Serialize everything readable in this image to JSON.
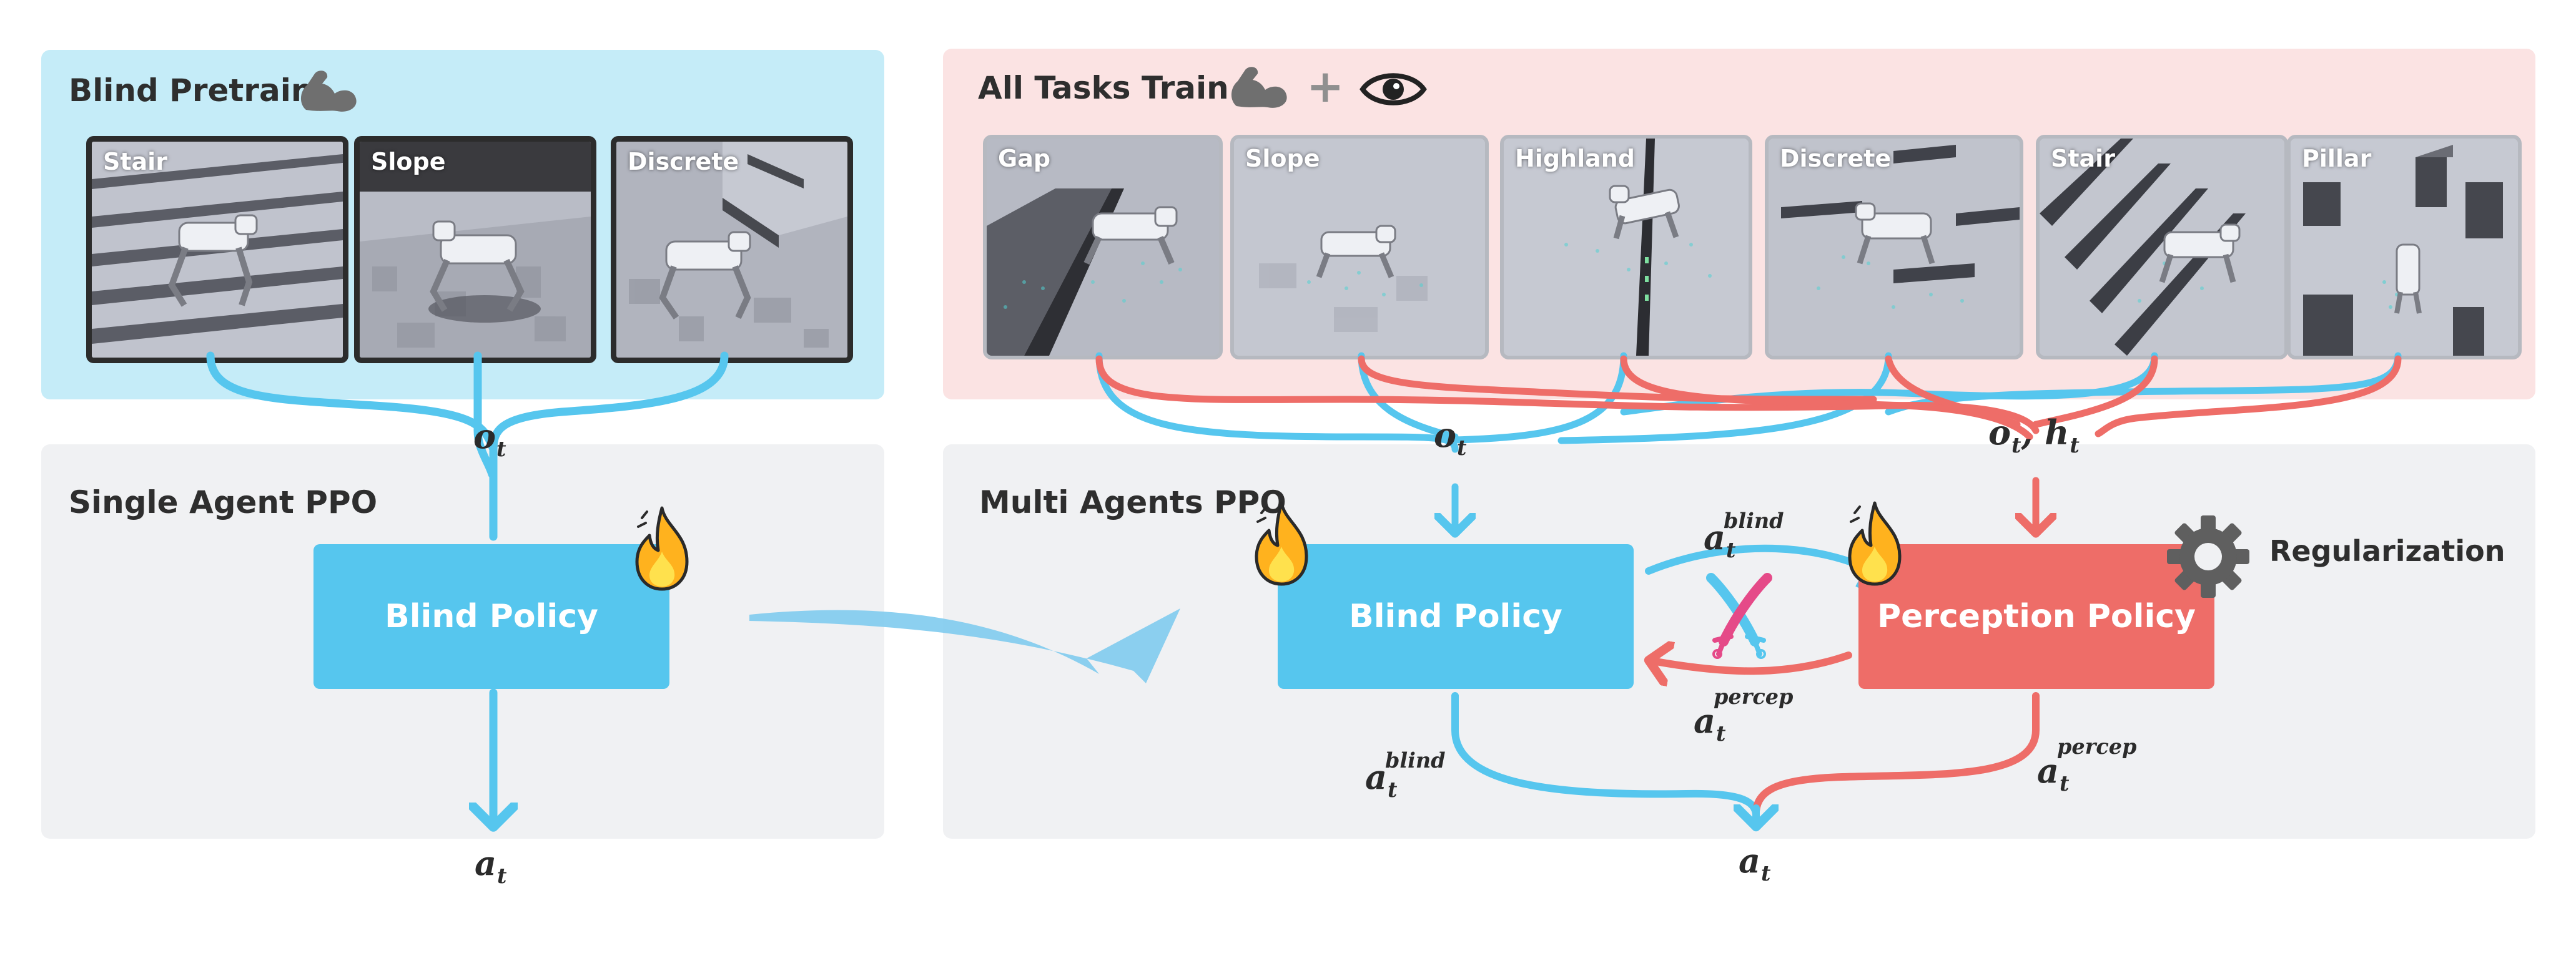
{
  "colors": {
    "blue_panel": "#c5ecf8",
    "pink_panel": "#fbe3e3",
    "gray_panel": "#f0f1f3",
    "blue": "#56c6ee",
    "red": "#ee6d68",
    "dark_frame": "#2c2c2c",
    "thumb_frame": "#b6b9c0"
  },
  "left": {
    "pretrain_title": "Blind Pretrain",
    "thumbnails": [
      {
        "label": "Stair",
        "terrain": "stair"
      },
      {
        "label": "Slope",
        "terrain": "slope"
      },
      {
        "label": "Discrete",
        "terrain": "discrete"
      }
    ],
    "agent_title": "Single Agent PPO",
    "policy_label": "Blind Policy",
    "obs": {
      "base": "o",
      "sub": "t"
    },
    "action": {
      "base": "a",
      "sub": "t"
    }
  },
  "right": {
    "train_title": "All Tasks Train",
    "plus": "+",
    "thumbnails": [
      {
        "label": "Gap",
        "terrain": "gap"
      },
      {
        "label": "Slope",
        "terrain": "slope"
      },
      {
        "label": "Highland",
        "terrain": "highland"
      },
      {
        "label": "Discrete",
        "terrain": "discrete"
      },
      {
        "label": "Stair",
        "terrain": "stair"
      },
      {
        "label": "Pillar",
        "terrain": "pillar"
      }
    ],
    "agent_title": "Multi Agents PPO",
    "blind_policy_label": "Blind Policy",
    "perception_policy_label": "Perception Policy",
    "regularization_label": "Regularization",
    "obs": {
      "base": "o",
      "sub": "t"
    },
    "obs2": {
      "base1": "o",
      "sub1": "t",
      "sep": ",",
      "base2": "h",
      "sub2": "t"
    },
    "a_blind_top": {
      "base": "a",
      "sub": "t",
      "sup": "blind"
    },
    "a_percep_mid": {
      "base": "a",
      "sub": "t",
      "sup": "percep"
    },
    "a_blind_bottom": {
      "base": "a",
      "sub": "t",
      "sup": "blind"
    },
    "a_percep_bottom": {
      "base": "a",
      "sub": "t",
      "sup": "percep"
    },
    "action": {
      "base": "a",
      "sub": "t"
    }
  },
  "icons": [
    "muscle-icon",
    "eye-icon",
    "fire-icon",
    "gear-icon",
    "crossed-swords-icon"
  ]
}
